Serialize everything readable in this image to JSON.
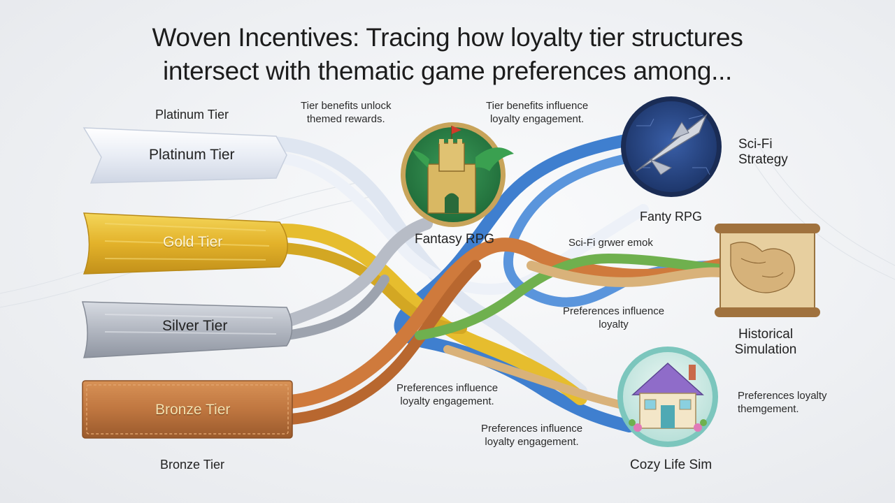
{
  "title": {
    "line1": "Woven Incentives: Tracing how loyalty tier structures",
    "line2": "intersect with thematic game preferences among..."
  },
  "tiers": {
    "platinum": {
      "label_top": "Platinum Tier",
      "label_ribbon": "Platinum Tier",
      "color": "#f3f5fa"
    },
    "gold": {
      "label_ribbon": "Gold Tier",
      "color": "#e6bd2e"
    },
    "silver": {
      "label_ribbon": "Silver Tier",
      "color": "#b8bdc6"
    },
    "bronze": {
      "label_ribbon": "Bronze Tier",
      "label_bottom": "Bronze Tier",
      "color": "#c07a43"
    }
  },
  "genres": {
    "fantasy": {
      "label": "Fantasy RPG",
      "icon": "castle-dragon-icon",
      "color": "#2f8a4c"
    },
    "scifi": {
      "label": "Sci-Fi\nStrategy",
      "line1": "Sci-Fi",
      "line2": "Strategy",
      "icon": "spaceship-icon",
      "color": "#2a4a8c"
    },
    "scifi_badge_caption": "Fanty RPG",
    "historical": {
      "line1": "Historical",
      "line2": "Simulation",
      "icon": "scroll-map-icon",
      "color": "#c9a271"
    },
    "cozy": {
      "label": "Cozy Life Sim",
      "icon": "house-icon",
      "color": "#6cc0b8"
    }
  },
  "annotations": {
    "a1_line1": "Tier benefits unlock",
    "a1_line2": "themed rewards.",
    "a2_line1": "Tier benefits influence",
    "a2_line2": "loyalty engagement.",
    "a3": "Sci-Fi grwer emok",
    "a4_line1": "Preferences influence",
    "a4_line2": "loyalty",
    "a5_line1": "Preferences influence",
    "a5_line2": "loyalty engagement.",
    "a6_line1": "Preferences influence",
    "a6_line2": "loyalty engagement.",
    "a7_line1": "Preferences loyalty",
    "a7_line2": "themgement."
  },
  "strand_colors": {
    "blue": "#3f7fcf",
    "green": "#6fb04e",
    "orange": "#cf7a3c",
    "tan": "#d9b27a"
  }
}
